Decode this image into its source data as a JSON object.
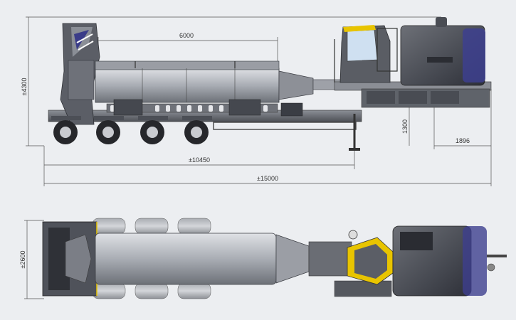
{
  "dimensions": {
    "height_overall": "±4300",
    "tank_length": "6000",
    "frame_height": "1300",
    "rear_overhang": "1896",
    "wheelbase": "±10450",
    "total_length": "±15000",
    "width": "±2600"
  },
  "colors": {
    "background": "#eceef1",
    "body_gray": "#7c8087",
    "dark_gray": "#3e4147",
    "tank_light": "#b9bcc2",
    "cab_yellow": "#e8c400",
    "accent_blue": "#3d3f8f",
    "tire": "#26272b"
  },
  "icons": [
    "side-view-drawing",
    "top-view-drawing"
  ]
}
